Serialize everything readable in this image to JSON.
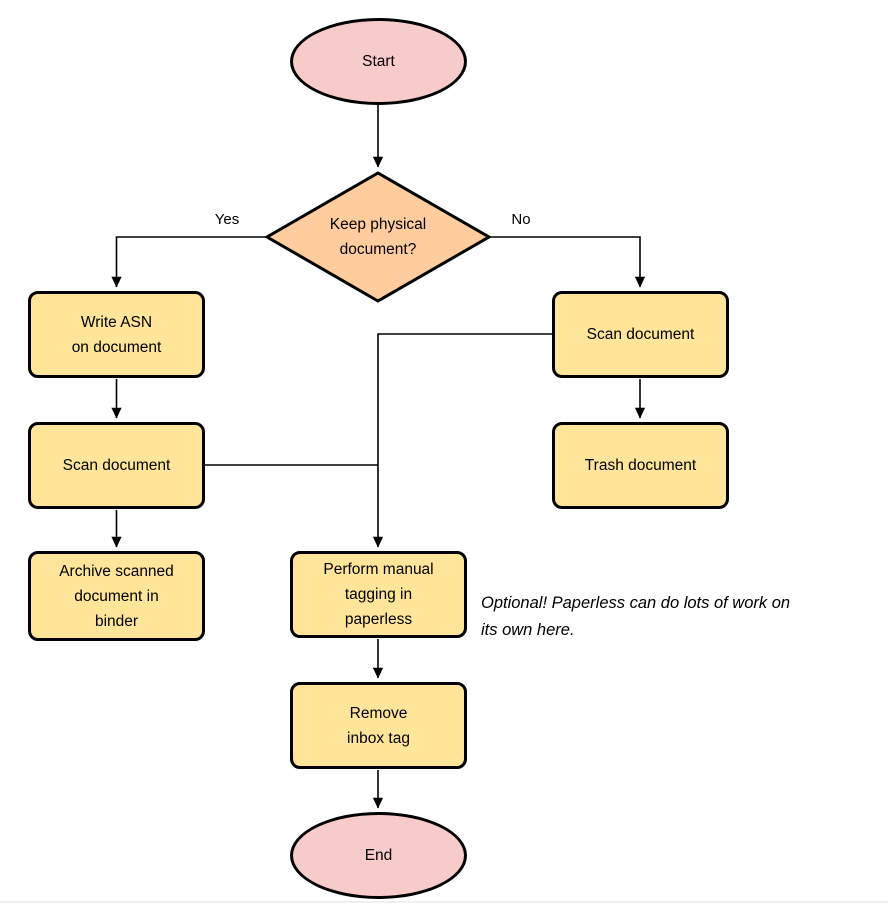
{
  "colors": {
    "terminator_fill": "#f8cbcb",
    "decision_fill": "#ffcc9e",
    "process_fill": "#ffe59a",
    "stroke": "#000000"
  },
  "flowchart": {
    "nodes": {
      "start": {
        "label": "Start"
      },
      "decision": {
        "label": [
          "Keep physical",
          "document?"
        ]
      },
      "write_asn": {
        "label": [
          "Write ASN",
          "on document"
        ]
      },
      "scan_left": {
        "label": "Scan document"
      },
      "archive": {
        "label": [
          "Archive scanned",
          "document in",
          "binder"
        ]
      },
      "scan_right": {
        "label": "Scan document"
      },
      "trash": {
        "label": "Trash document"
      },
      "perform": {
        "label": [
          "Perform manual",
          "tagging in",
          "paperless"
        ]
      },
      "remove": {
        "label": [
          "Remove",
          "inbox tag"
        ]
      },
      "end": {
        "label": "End"
      }
    },
    "edge_labels": {
      "yes": "Yes",
      "no": "No"
    },
    "edges": [
      {
        "from": "start",
        "to": "decision",
        "label": ""
      },
      {
        "from": "decision",
        "to": "write_asn",
        "label": "Yes"
      },
      {
        "from": "decision",
        "to": "scan_right",
        "label": "No"
      },
      {
        "from": "write_asn",
        "to": "scan_left",
        "label": ""
      },
      {
        "from": "scan_left",
        "to": "archive",
        "label": ""
      },
      {
        "from": "scan_right",
        "to": "trash",
        "label": ""
      },
      {
        "from": "scan_right",
        "to": "perform",
        "label": ""
      },
      {
        "from": "scan_left",
        "to": "perform",
        "label": ""
      },
      {
        "from": "perform",
        "to": "remove",
        "label": ""
      },
      {
        "from": "remove",
        "to": "end",
        "label": ""
      }
    ],
    "note": [
      "Optional! Paperless can do lots of work on",
      "its own here."
    ]
  }
}
